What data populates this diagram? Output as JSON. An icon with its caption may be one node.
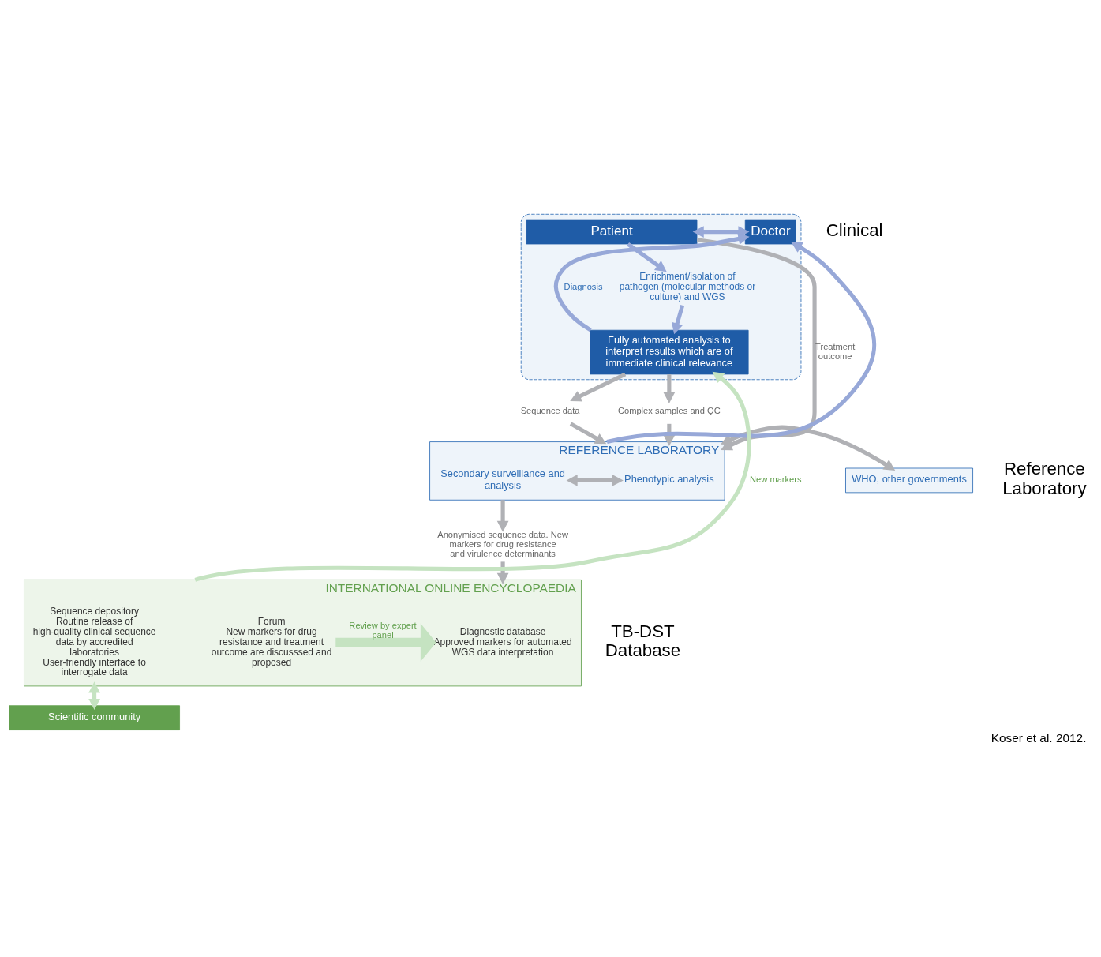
{
  "diagram": {
    "caption": "Koser et al. 2012.",
    "nodes": [
      {
        "text": [],
        "shape": "box"
      },
      {
        "text": [
          "Patient"
        ],
        "in": 0
      },
      {
        "text": [
          "Doctor"
        ],
        "in": 0
      },
      {
        "text": [
          "Enrichment/isolation of pathogen (molecular methods or culture) and WGS"
        ],
        "in": 0
      },
      {
        "text": [
          "Fully automated analysis to interpret results which are of immediate clinical relevance"
        ],
        "in": 0
      },
      {
        "text": [
          "Sequence data"
        ]
      },
      {
        "text": [
          "Complex samples and QC"
        ]
      },
      {
        "text": [
          "WHO, other governments"
        ]
      },
      {
        "text": [
          "REFERENCE LABORATORY"
        ]
      },
      {
        "text": [
          "Secondary surveillance and analysis"
        ],
        "in": 8
      },
      {
        "text": [
          "Phenotypic analysis"
        ],
        "in": 8
      },
      {
        "text": [
          "Anonymised sequence data. New markers for drug resistance and virulence determinants"
        ]
      },
      {
        "text": [
          "INTERNATIONAL ONLINE ENCYCLOPAEDIA"
        ]
      },
      {
        "text": [
          "Sequence depository",
          "Routine release of high-quality clinical sequence data by accredited laboratories",
          "User-friendly interface to interrogate data"
        ],
        "in": 12
      },
      {
        "text": [
          "Forum",
          "New markers for drug resistance and treatment outcome are discusssed and proposed"
        ],
        "in": 12
      },
      {
        "text": [
          "Diagnostic database",
          "Approved markers for automated WGS data interpretation"
        ],
        "in": 12
      },
      {
        "text": [
          "Scientific community"
        ]
      }
    ],
    "edges": [
      {
        "from": 1,
        "to": 2,
        "arrow": "both",
        "color": "#97a8d8"
      },
      {
        "from": 1,
        "to": 3,
        "arrow": "to",
        "color": "#97a8d8"
      },
      {
        "from": 3,
        "to": 4,
        "arrow": "to",
        "color": "#97a8d8"
      },
      {
        "from": 1,
        "to": 8,
        "arrow": "to",
        "label": "Treatment outcome"
      },
      {
        "from": 4,
        "to": 5,
        "arrow": "to"
      },
      {
        "from": 5,
        "to": 8,
        "arrow": "to"
      },
      {
        "from": 4,
        "to": 6,
        "arrow": "to"
      },
      {
        "from": 6,
        "to": 8,
        "arrow": "to"
      },
      {
        "from": 4,
        "to": 2,
        "arrow": "to",
        "label": "Diagnosis",
        "color": "#97a8d8"
      },
      {
        "from": 8,
        "to": 2,
        "arrow": "to",
        "color": "#97a8d8"
      },
      {
        "from": 7,
        "to": 8,
        "arrow": "both"
      },
      {
        "from": 9,
        "to": 10,
        "arrow": "both"
      },
      {
        "from": 8,
        "to": 11,
        "arrow": "to"
      },
      {
        "from": 11,
        "to": 12,
        "arrow": "to"
      },
      {
        "from": 12,
        "to": 4,
        "arrow": "to",
        "label": "New markers",
        "color": "#c5e3c1"
      },
      {
        "from": 14,
        "to": 15,
        "arrow": "to",
        "label": "Review by expert panel",
        "style": "thick",
        "color": "#c5e3c1"
      },
      {
        "from": 12,
        "to": 16,
        "arrow": "both",
        "color": "#c5e3c1"
      }
    ],
    "labels": [
      "Clinical",
      "Reference Laboratory",
      "TB-DST Database"
    ]
  }
}
